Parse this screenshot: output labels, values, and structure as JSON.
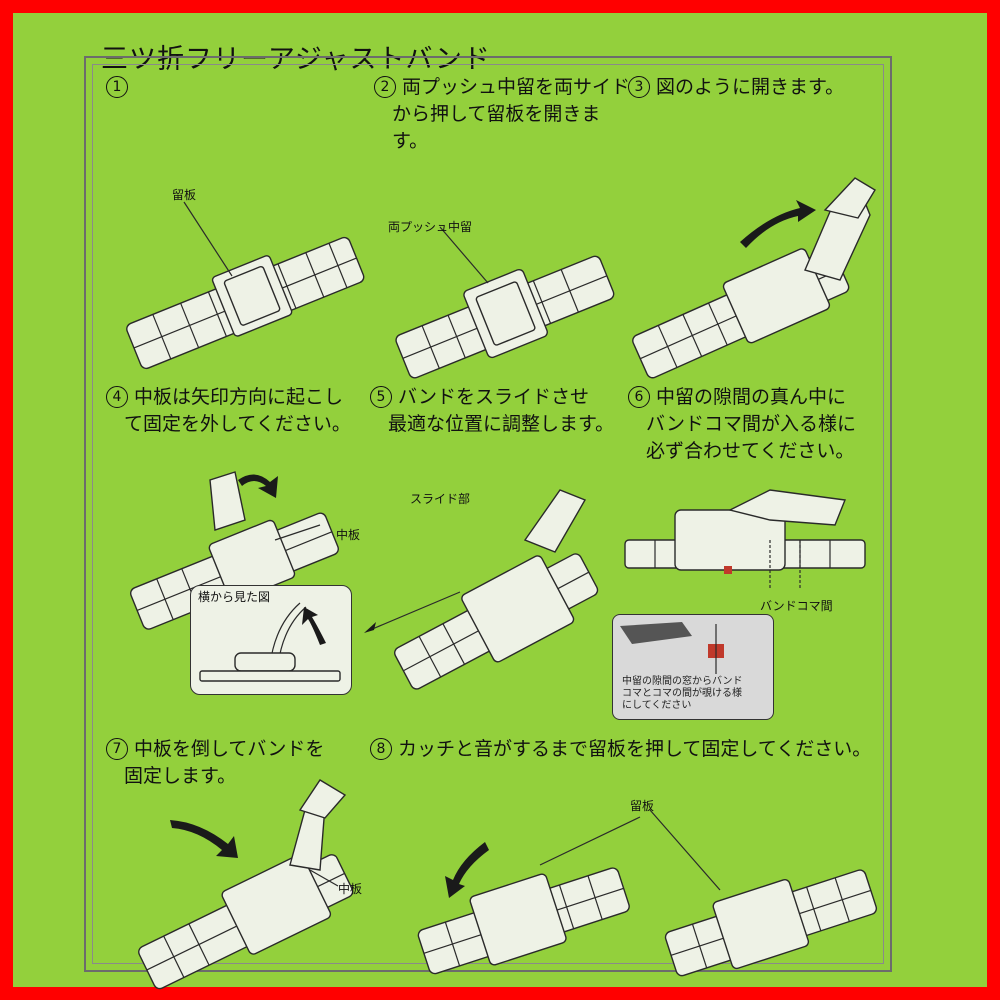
{
  "title": "三ツ折フリーアジャストバンド",
  "steps": [
    {
      "num": "1",
      "lines": []
    },
    {
      "num": "2",
      "lines": [
        "両プッシュ中留を両サイド",
        "から押して留板を開きま",
        "す。"
      ]
    },
    {
      "num": "3",
      "lines": [
        "図のように開きます。"
      ]
    },
    {
      "num": "4",
      "lines": [
        "中板は矢印方向に起こし",
        "て固定を外してください。"
      ]
    },
    {
      "num": "5",
      "lines": [
        "バンドをスライドさせ",
        "最適な位置に調整します。"
      ]
    },
    {
      "num": "6",
      "lines": [
        "中留の隙間の真ん中に",
        "バンドコマ間が入る様に",
        "必ず合わせてください。"
      ]
    },
    {
      "num": "7",
      "lines": [
        "中板を倒してバンドを",
        "固定します。"
      ]
    },
    {
      "num": "8",
      "lines": [
        "カッチと音がするまで留板を押して固定してください。"
      ]
    }
  ],
  "labels": {
    "tomeita_1": "留板",
    "ryo_push": "両プッシュ中留",
    "nakaita_4": "中板",
    "yoko": "横から見た図",
    "slide": "スライド部",
    "band_koma": "バンドコマ間",
    "note_6": [
      "中留の隙間の窓からバンド",
      "コマとコマの間が覗ける様",
      "にしてください"
    ],
    "nakaita_7": "中板",
    "tomeita_8": "留板"
  },
  "colors": {
    "border": "#ff0000",
    "background": "#93d03c",
    "line": "#2a2a2a",
    "inset_bg": "#d9d9d9",
    "accent": "#c0392b"
  }
}
